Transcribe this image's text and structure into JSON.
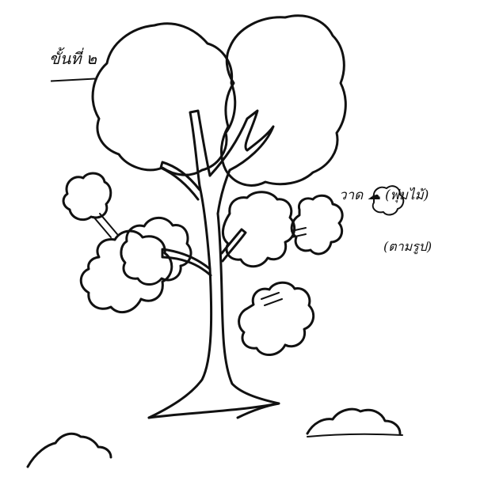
{
  "labels": {
    "step": "ขั้นที่ ๒",
    "instruction": "วาด ☁ (พุ่มไม้)",
    "note": "(ตามรูป)"
  },
  "colors": {
    "ink": "#111111",
    "paper": "#ffffff"
  }
}
